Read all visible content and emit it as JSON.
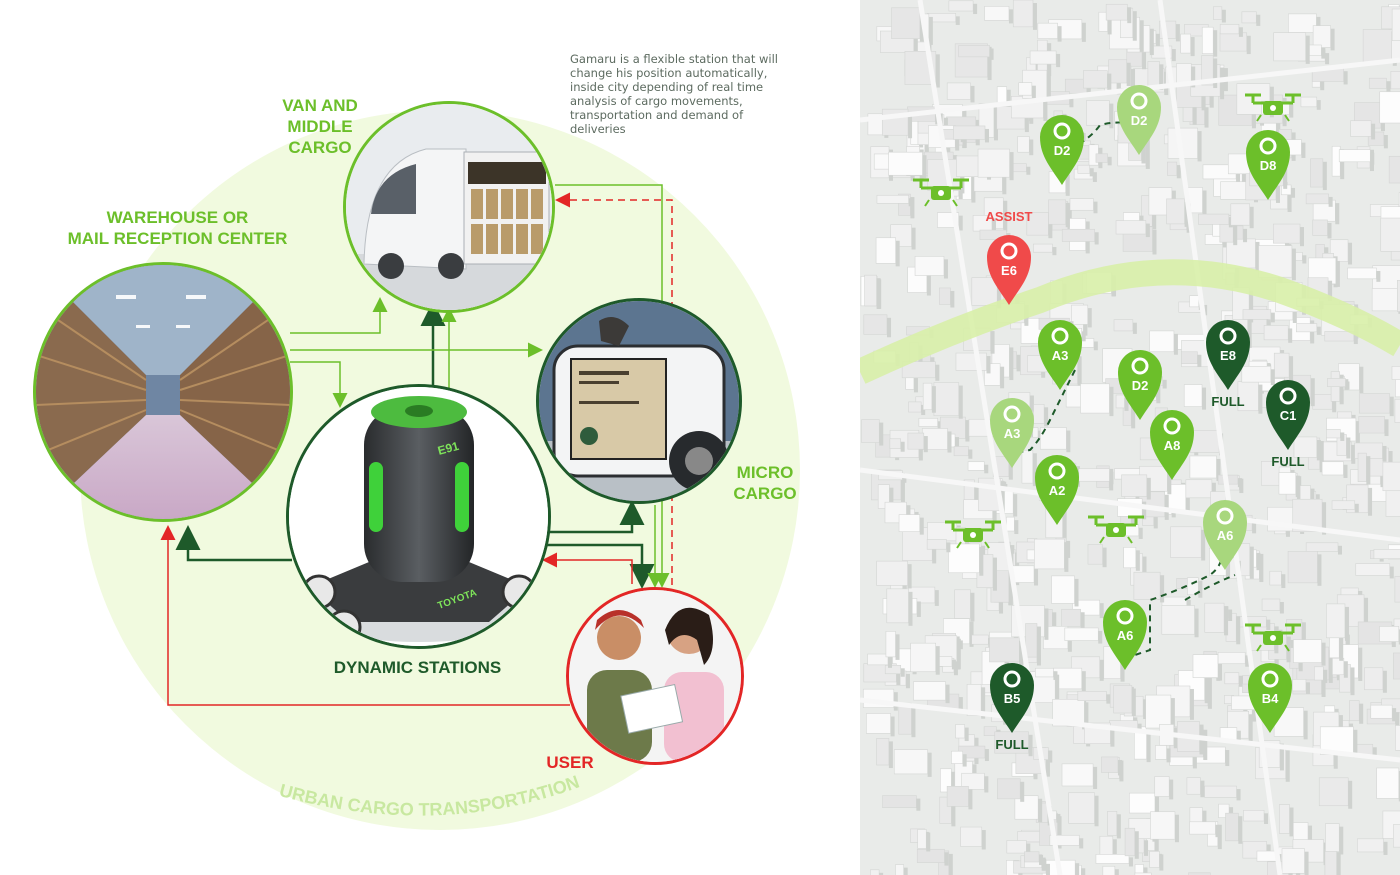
{
  "diagram": {
    "note": "Gamaru is a flexible station that will change his position automatically, inside city depending of real time analysis of cargo movements, transportation and demand of deliveries",
    "labels": {
      "van": [
        "VAN AND",
        "MIDDLE CARGO"
      ],
      "warehouse": [
        "WAREHOUSE OR",
        "MAIL RECEPTION CENTER"
      ],
      "micro": [
        "MICRO",
        "CARGO"
      ],
      "dynamic": "DYNAMIC STATIONS",
      "user": "USER",
      "urban": "URBAN CARGO TRANSPORTATION"
    },
    "station_badge": "E91",
    "station_brand": "TOYOTA",
    "colors": {
      "light_green": "#6cbf2a",
      "dark_green": "#1e5a2a",
      "red": "#e32626",
      "bg_circle": "#f1fadf"
    }
  },
  "map": {
    "assist_label": "ASSIST",
    "full_label": "FULL",
    "pins": [
      {
        "id": "D2",
        "variant": "faded",
        "full": false
      },
      {
        "id": "D2",
        "variant": "green",
        "full": false
      },
      {
        "id": "D8",
        "variant": "green",
        "full": false
      },
      {
        "id": "E6",
        "variant": "red",
        "full": false
      },
      {
        "id": "A3",
        "variant": "green",
        "full": false
      },
      {
        "id": "E8",
        "variant": "dark",
        "full": true
      },
      {
        "id": "D2",
        "variant": "green",
        "full": false
      },
      {
        "id": "C1",
        "variant": "dark",
        "full": true
      },
      {
        "id": "A3",
        "variant": "faded",
        "full": false
      },
      {
        "id": "A8",
        "variant": "green",
        "full": false
      },
      {
        "id": "A2",
        "variant": "green",
        "full": false
      },
      {
        "id": "A6",
        "variant": "faded",
        "full": false
      },
      {
        "id": "A6",
        "variant": "green",
        "full": false
      },
      {
        "id": "B5",
        "variant": "dark",
        "full": true
      },
      {
        "id": "B4",
        "variant": "green",
        "full": false
      }
    ],
    "drones": [
      "drone-icon",
      "drone-icon",
      "drone-icon",
      "drone-icon",
      "drone-icon"
    ]
  }
}
